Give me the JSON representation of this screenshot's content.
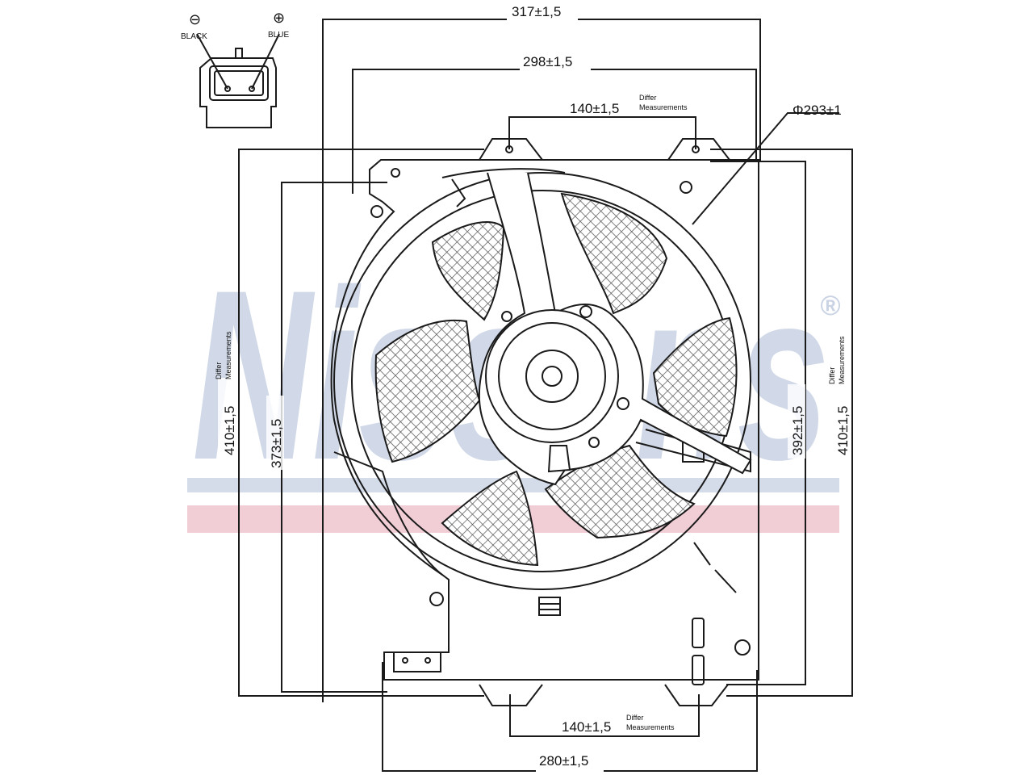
{
  "watermark": {
    "brand": "Nissens",
    "registered_mark": "®",
    "colors": {
      "blue": "#c9d3e4",
      "red": "#efc6cf"
    }
  },
  "connector": {
    "negative_symbol": "⊖",
    "positive_symbol": "⊕",
    "negative_label": "BLACK",
    "positive_label": "BLUE"
  },
  "dimensions": {
    "overall_width": "317±1,5",
    "inner_width": "298±1,5",
    "top_mount_spacing": "140±1,5",
    "top_mount_note_line1": "Differ",
    "top_mount_note_line2": "Measurements",
    "fan_diameter": "Φ293±1",
    "left_height": "410±1,5",
    "left_height_note_line1": "Differ",
    "left_height_note_line2": "Measurements",
    "left_inner_height": "373±1,5",
    "right_inner_height": "392±1,5",
    "right_height": "410±1,5",
    "right_height_note_line1": "Differ",
    "right_height_note_line2": "Measurements",
    "bottom_mount_spacing": "140±1,5",
    "bottom_mount_note_line1": "Differ",
    "bottom_mount_note_line2": "Measurements",
    "bottom_width": "280±1,5"
  },
  "colors": {
    "line": "#1a1a1a",
    "mesh": "#555555"
  }
}
